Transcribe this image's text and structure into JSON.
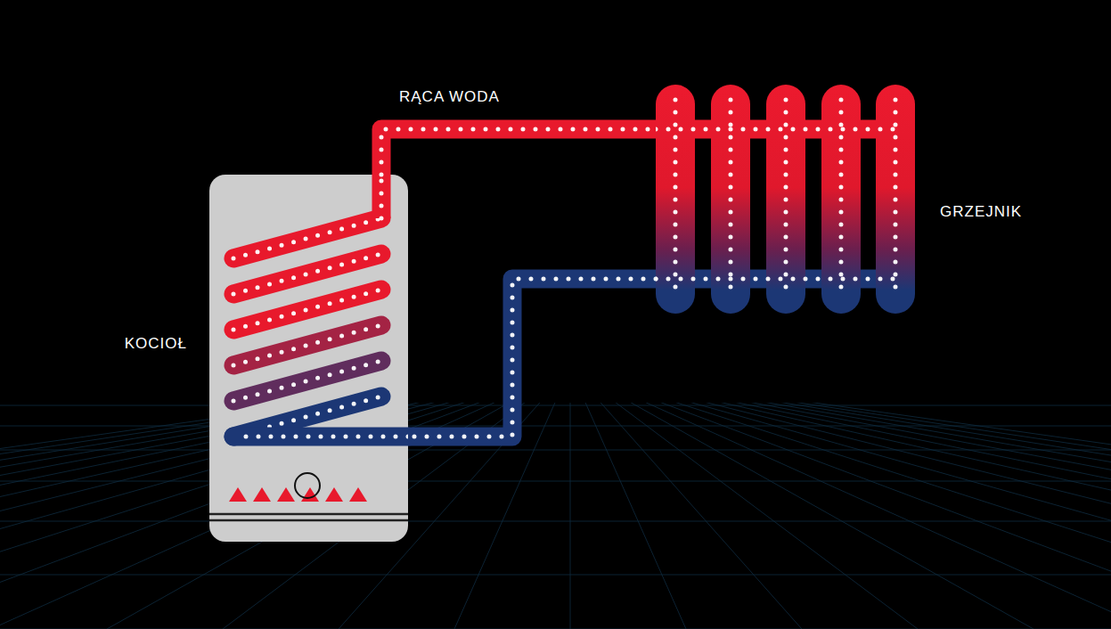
{
  "diagram": {
    "nodes": [
      {
        "text": [
          "KOCIOŁ"
        ]
      },
      {
        "text": [
          "GRZEJNIK"
        ]
      }
    ],
    "edges": [
      {
        "from": 0,
        "to": 1,
        "arrow": "none",
        "label": "RĄCA WODA"
      },
      {
        "from": 1,
        "to": 0,
        "arrow": "none"
      }
    ]
  }
}
